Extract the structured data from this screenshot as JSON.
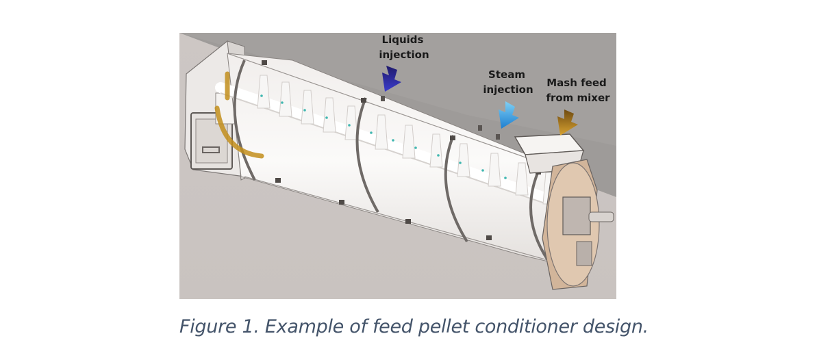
{
  "figure": {
    "labels": {
      "liquids": [
        "Liquids",
        "injection"
      ],
      "steam": [
        "Steam",
        "injection"
      ],
      "mash": [
        "Mash feed",
        "from mixer"
      ]
    },
    "arrow_colors": {
      "liquids": "#2b2a9c",
      "steam": "#3aa0e0",
      "mash": "#a8781a"
    }
  },
  "caption": "Figure 1. Example of feed pellet conditioner design."
}
